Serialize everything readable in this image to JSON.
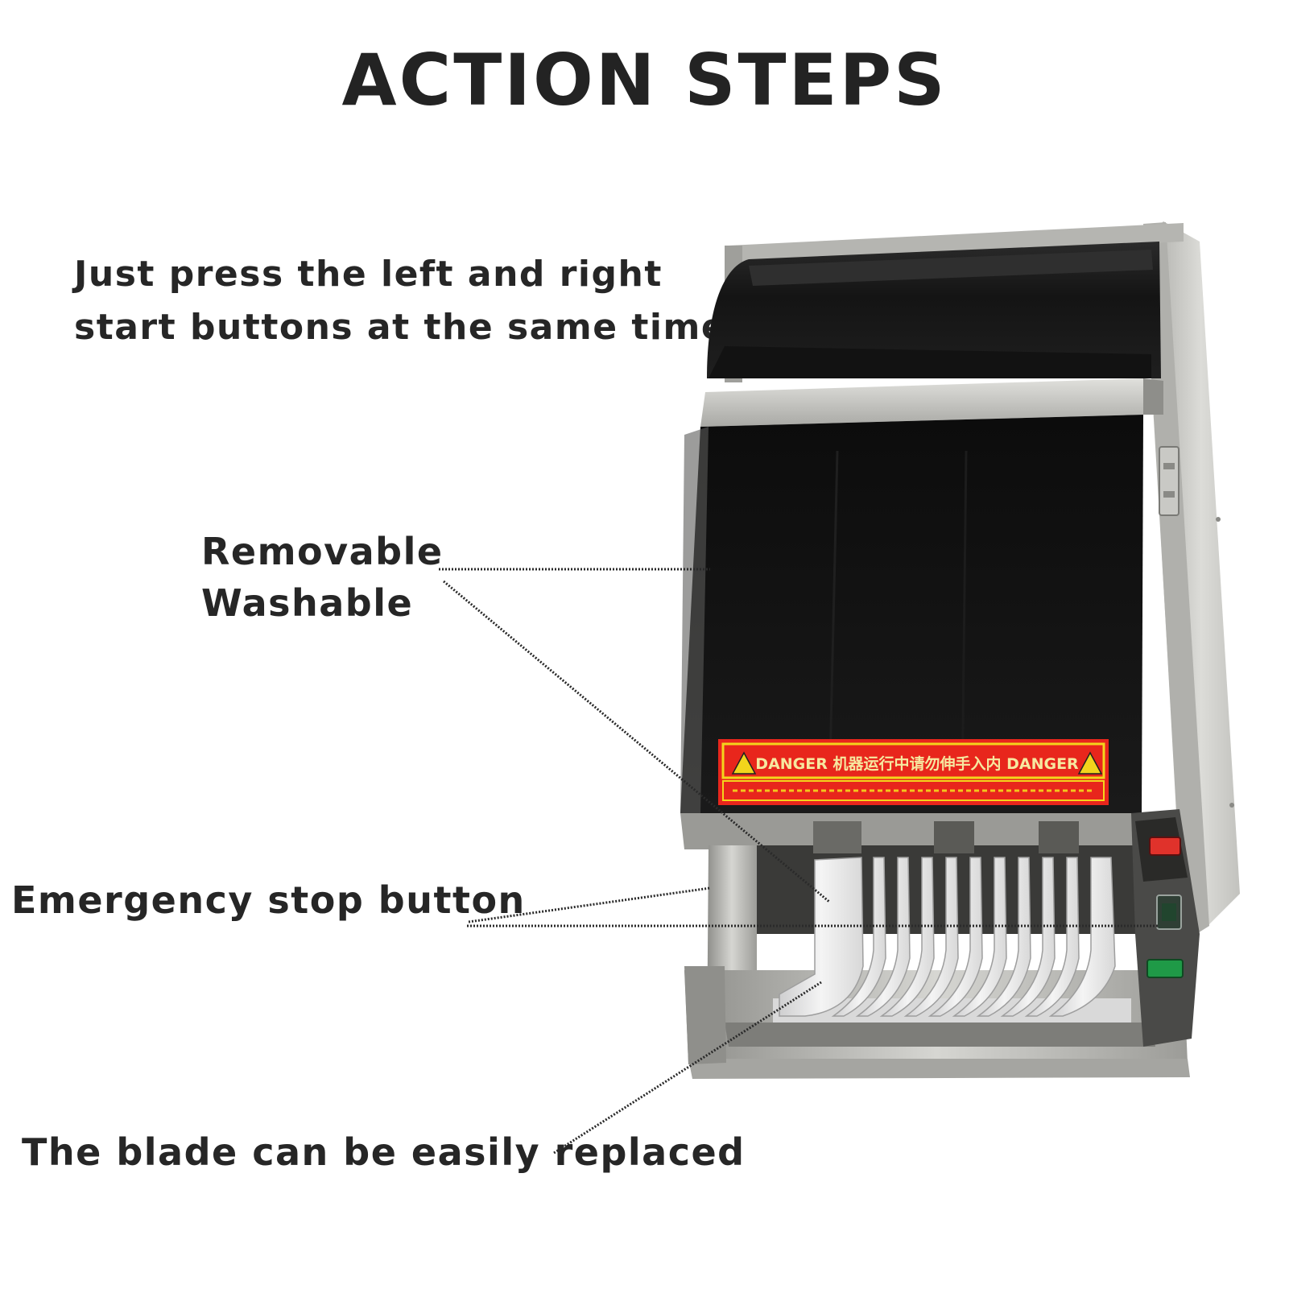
{
  "title": "ACTION STEPS",
  "instruction": {
    "line1": "Just press the left and right",
    "line2": "start buttons at the same time"
  },
  "callouts": {
    "removable": "Removable",
    "washable": "Washable",
    "emergency_stop": "Emergency stop button",
    "blade": "The blade can be easily replaced"
  },
  "danger_label": {
    "heading": "DANGER 机器运行中请勿伸手入内 DANGER"
  },
  "colors": {
    "text": "#262626",
    "steel": "#b9b9b5",
    "dark_panel": "#121212",
    "danger_red": "#e8261c",
    "danger_yellow": "#f3d51c",
    "stop_red": "#e0322b",
    "start_green": "#1f9a47"
  }
}
